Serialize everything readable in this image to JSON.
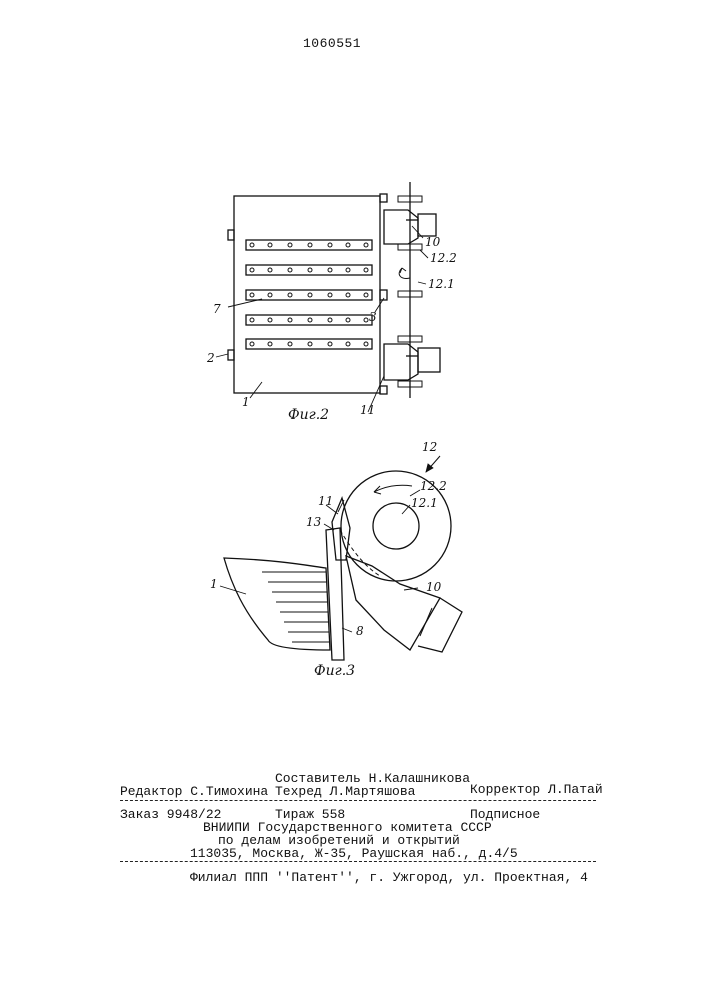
{
  "header": {
    "patent_number": "1060551"
  },
  "figures": [
    {
      "caption": "Фиг.2",
      "labels": {
        "l7": "7",
        "l2": "2",
        "l1": "1",
        "l10": "10",
        "l122": "12.2",
        "l121": "12.1",
        "l3": "3",
        "l11": "11"
      }
    },
    {
      "caption": "Фиг.3",
      "labels": {
        "l12": "12",
        "l122": "12.2",
        "l121": "12.1",
        "l11": "11",
        "l13": "13",
        "l1": "1",
        "l10": "10",
        "l8": "8"
      }
    }
  ],
  "imprint": {
    "editor": "Редактор С.Тимохина",
    "compiler": "Составитель Н.Калашникова",
    "techred": "Техред Л.Мартяшова",
    "corrector": "Корректор Л.Патай",
    "order": "Заказ 9948/22",
    "circulation": "Тираж 558",
    "subscription": "Подписное",
    "org_line1": "ВНИИПИ Государственного комитета СССР",
    "org_line2": "по делам изобретений и открытий",
    "org_line3": "113035, Москва, Ж-35, Раушская наб., д.4/5",
    "branch": "Филиал ППП ''Патент'', г. Ужгород, ул. Проектная, 4"
  }
}
